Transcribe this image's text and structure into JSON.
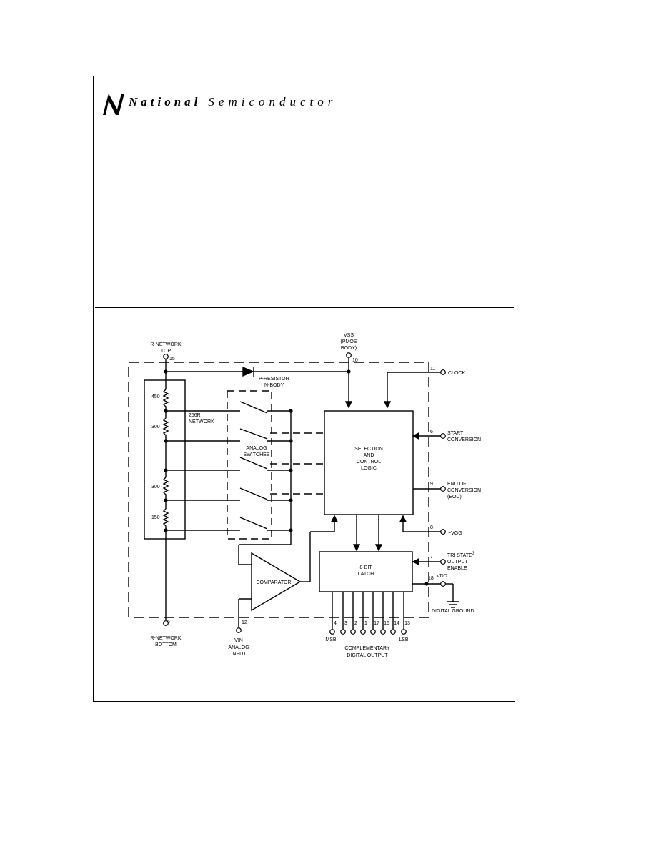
{
  "header": {
    "brand_word1": "National",
    "brand_word2": "Semiconductor"
  },
  "diagram": {
    "r_network_top": [
      "R-NETWORK",
      "TOP"
    ],
    "r_network_top_pin": "15",
    "vss": [
      "VSS",
      "(PMOS",
      "BODY)"
    ],
    "vss_pin": "10",
    "p_resistor": [
      "P-RESISTOR",
      "N-BODY"
    ],
    "clock_pin": "11",
    "clock": "CLOCK",
    "r450": "450",
    "r300a": "300",
    "r300b": "300",
    "r150": "150",
    "network_256r": [
      "256R",
      "NETWORK"
    ],
    "analog_switches": [
      "ANALOG",
      "SWITCHES"
    ],
    "selection_logic": [
      "SELECTION",
      "AND",
      "CONTROL",
      "LOGIC"
    ],
    "start_pin": "6",
    "start_conversion": [
      "START",
      "CONVERSION"
    ],
    "eoc_pin": "9",
    "end_of_conversion": [
      "END OF",
      "CONVERSION",
      "(EOC)"
    ],
    "vgg_pin": "8",
    "vgg": "−VGG",
    "tristate_pin": "7",
    "tristate": [
      "TRI STATE",
      "OUTPUT",
      "ENABLE"
    ],
    "tristate_sup": "3",
    "latch": [
      "8-BIT",
      "LATCH"
    ],
    "vdd_pin": "18",
    "vdd": "VDD",
    "digital_ground": "DIGITAL GROUND",
    "comparator": "COMPARATOR",
    "vin_pin": "12",
    "vin": [
      "VIN",
      "ANALOG",
      "INPUT"
    ],
    "r_network_bottom_pin": "5",
    "r_network_bottom": [
      "R-NETWORK",
      "BOTTOM"
    ],
    "output_pins": [
      "4",
      "3",
      "2",
      "1",
      "17",
      "16",
      "14",
      "13"
    ],
    "msb": "MSB",
    "lsb": "LSB",
    "complementary": [
      "COMPLEMENTARY",
      "DIGITAL OUTPUT"
    ]
  }
}
